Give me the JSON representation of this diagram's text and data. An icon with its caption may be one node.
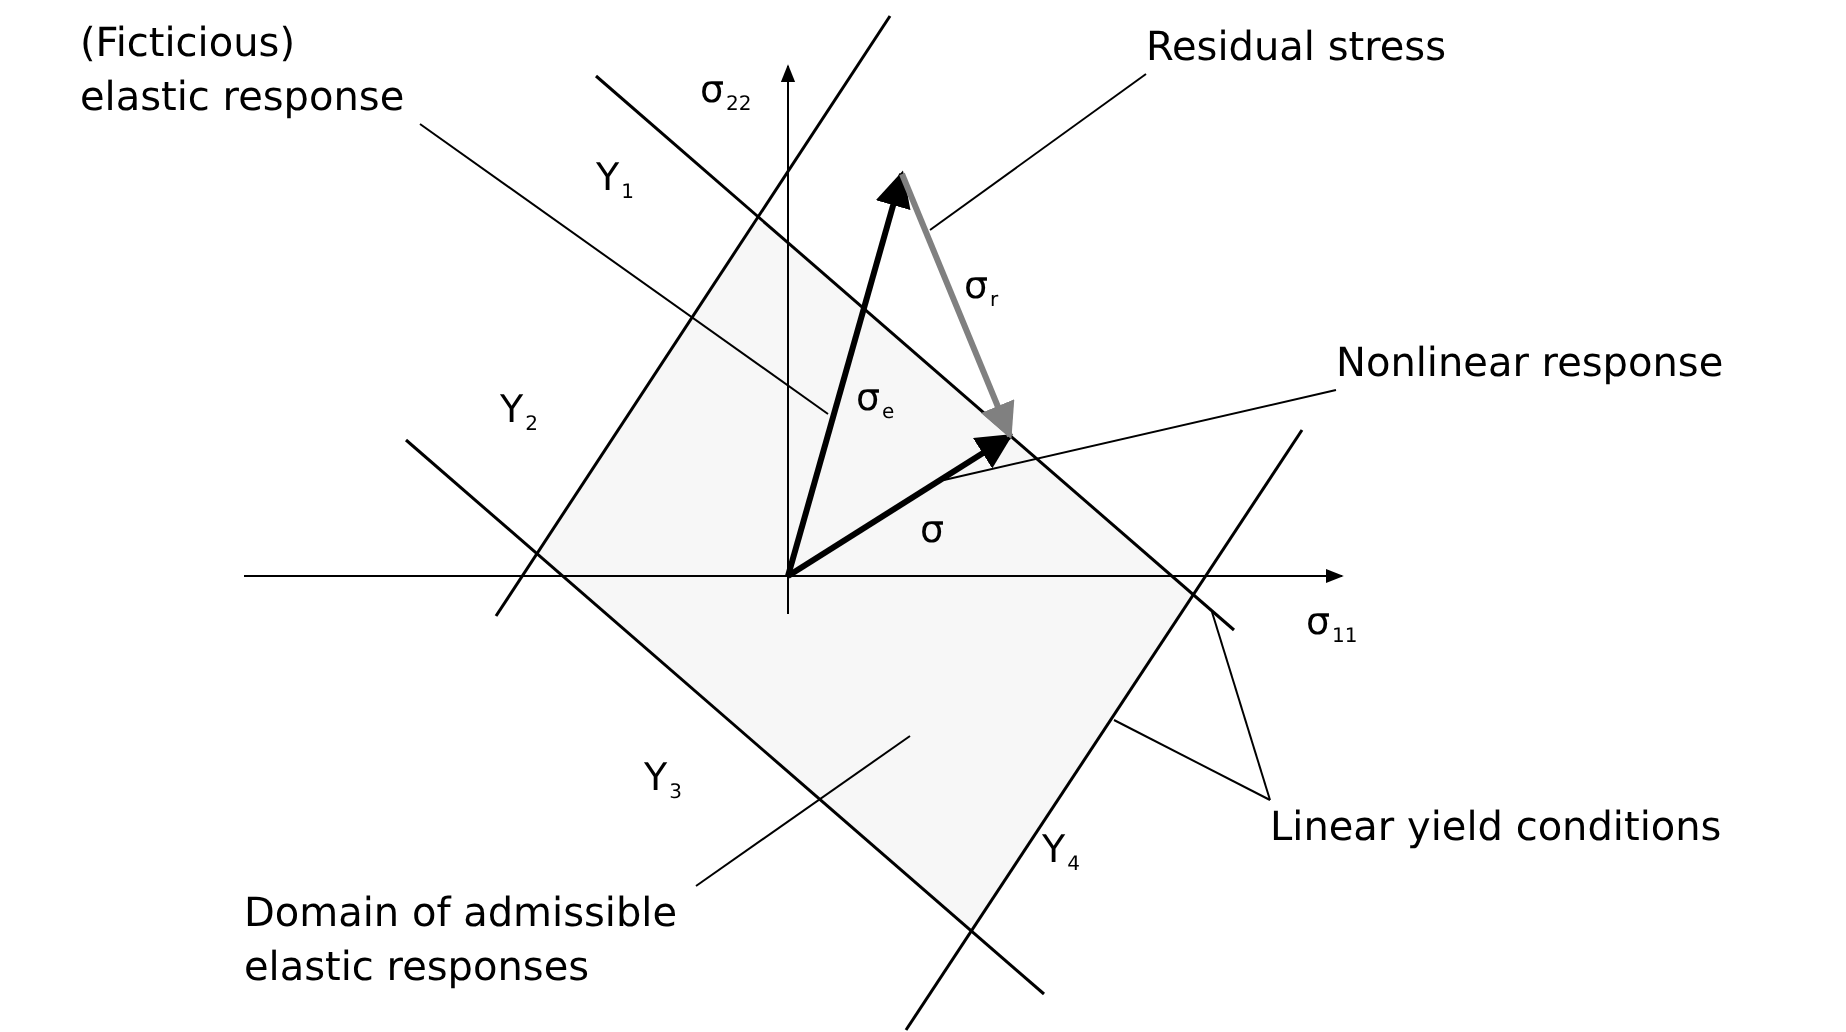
{
  "diagram": {
    "nodes": [
      {
        "text": [
          "(Ficticious) elastic response"
        ]
      },
      {
        "text": [
          "Residual stress"
        ]
      },
      {
        "text": [
          "Nonlinear response"
        ]
      },
      {
        "text": [
          "Linear yield conditions"
        ]
      },
      {
        "text": [
          "Domain of admissible elastic responses"
        ]
      }
    ],
    "edges": [
      {
        "from": 0,
        "to": null,
        "arrow": "none"
      },
      {
        "from": 1,
        "to": null,
        "arrow": "none"
      },
      {
        "from": 2,
        "to": null,
        "arrow": "none"
      },
      {
        "from": 3,
        "to": null,
        "arrow": "none"
      },
      {
        "from": 3,
        "to": null,
        "arrow": "none"
      },
      {
        "from": 4,
        "to": null,
        "arrow": "none"
      }
    ],
    "labels": [
      "σ$_{22}$",
      "Y$_{1}$",
      "Y$_{2}$",
      "σ$_{r}$",
      "σ$_{e}$",
      "σ",
      "σ$_{11}$",
      "Y$_{3}$",
      "Y$_{4}$"
    ]
  }
}
